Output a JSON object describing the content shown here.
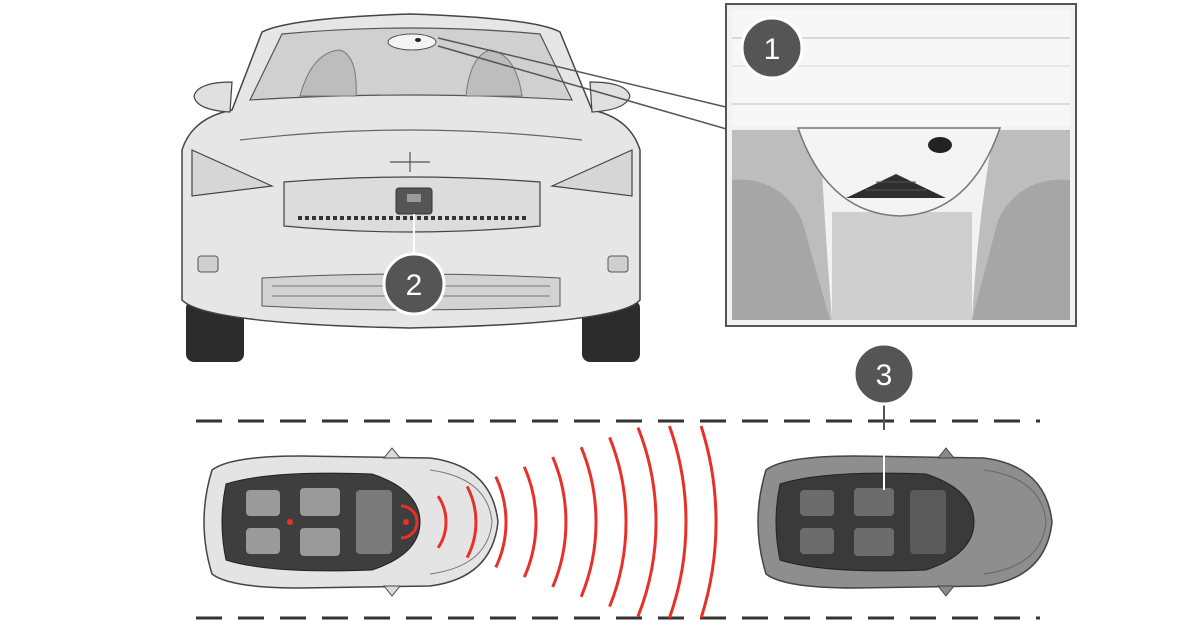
{
  "callouts": [
    {
      "id": "1",
      "label": "1",
      "color": "#555555"
    },
    {
      "id": "2",
      "label": "2",
      "color": "#555555"
    },
    {
      "id": "3",
      "label": "3",
      "color": "#555555"
    }
  ],
  "colors": {
    "radar_waves": "#e8302a",
    "lane_lines": "#333333",
    "car_light": "#e2e2e2",
    "car_dark": "#8a8a8a",
    "outline": "#444444"
  },
  "illustration": {
    "radar_wave_count": 11
  }
}
